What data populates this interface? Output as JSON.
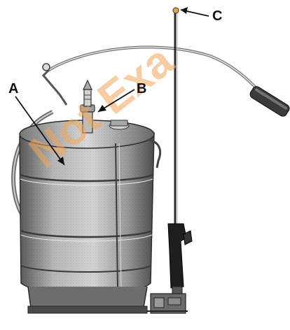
{
  "figure": {
    "labels": {
      "a": "A",
      "b": "B",
      "c": "C"
    },
    "watermark": "Not Exa"
  },
  "colors": {
    "ink": "#111111",
    "metal_light": "#c9c9c9",
    "metal_mid": "#9a9a9a",
    "metal_dark": "#4a4a4a",
    "handle": "#222222",
    "watermark": "#f2a65a"
  }
}
